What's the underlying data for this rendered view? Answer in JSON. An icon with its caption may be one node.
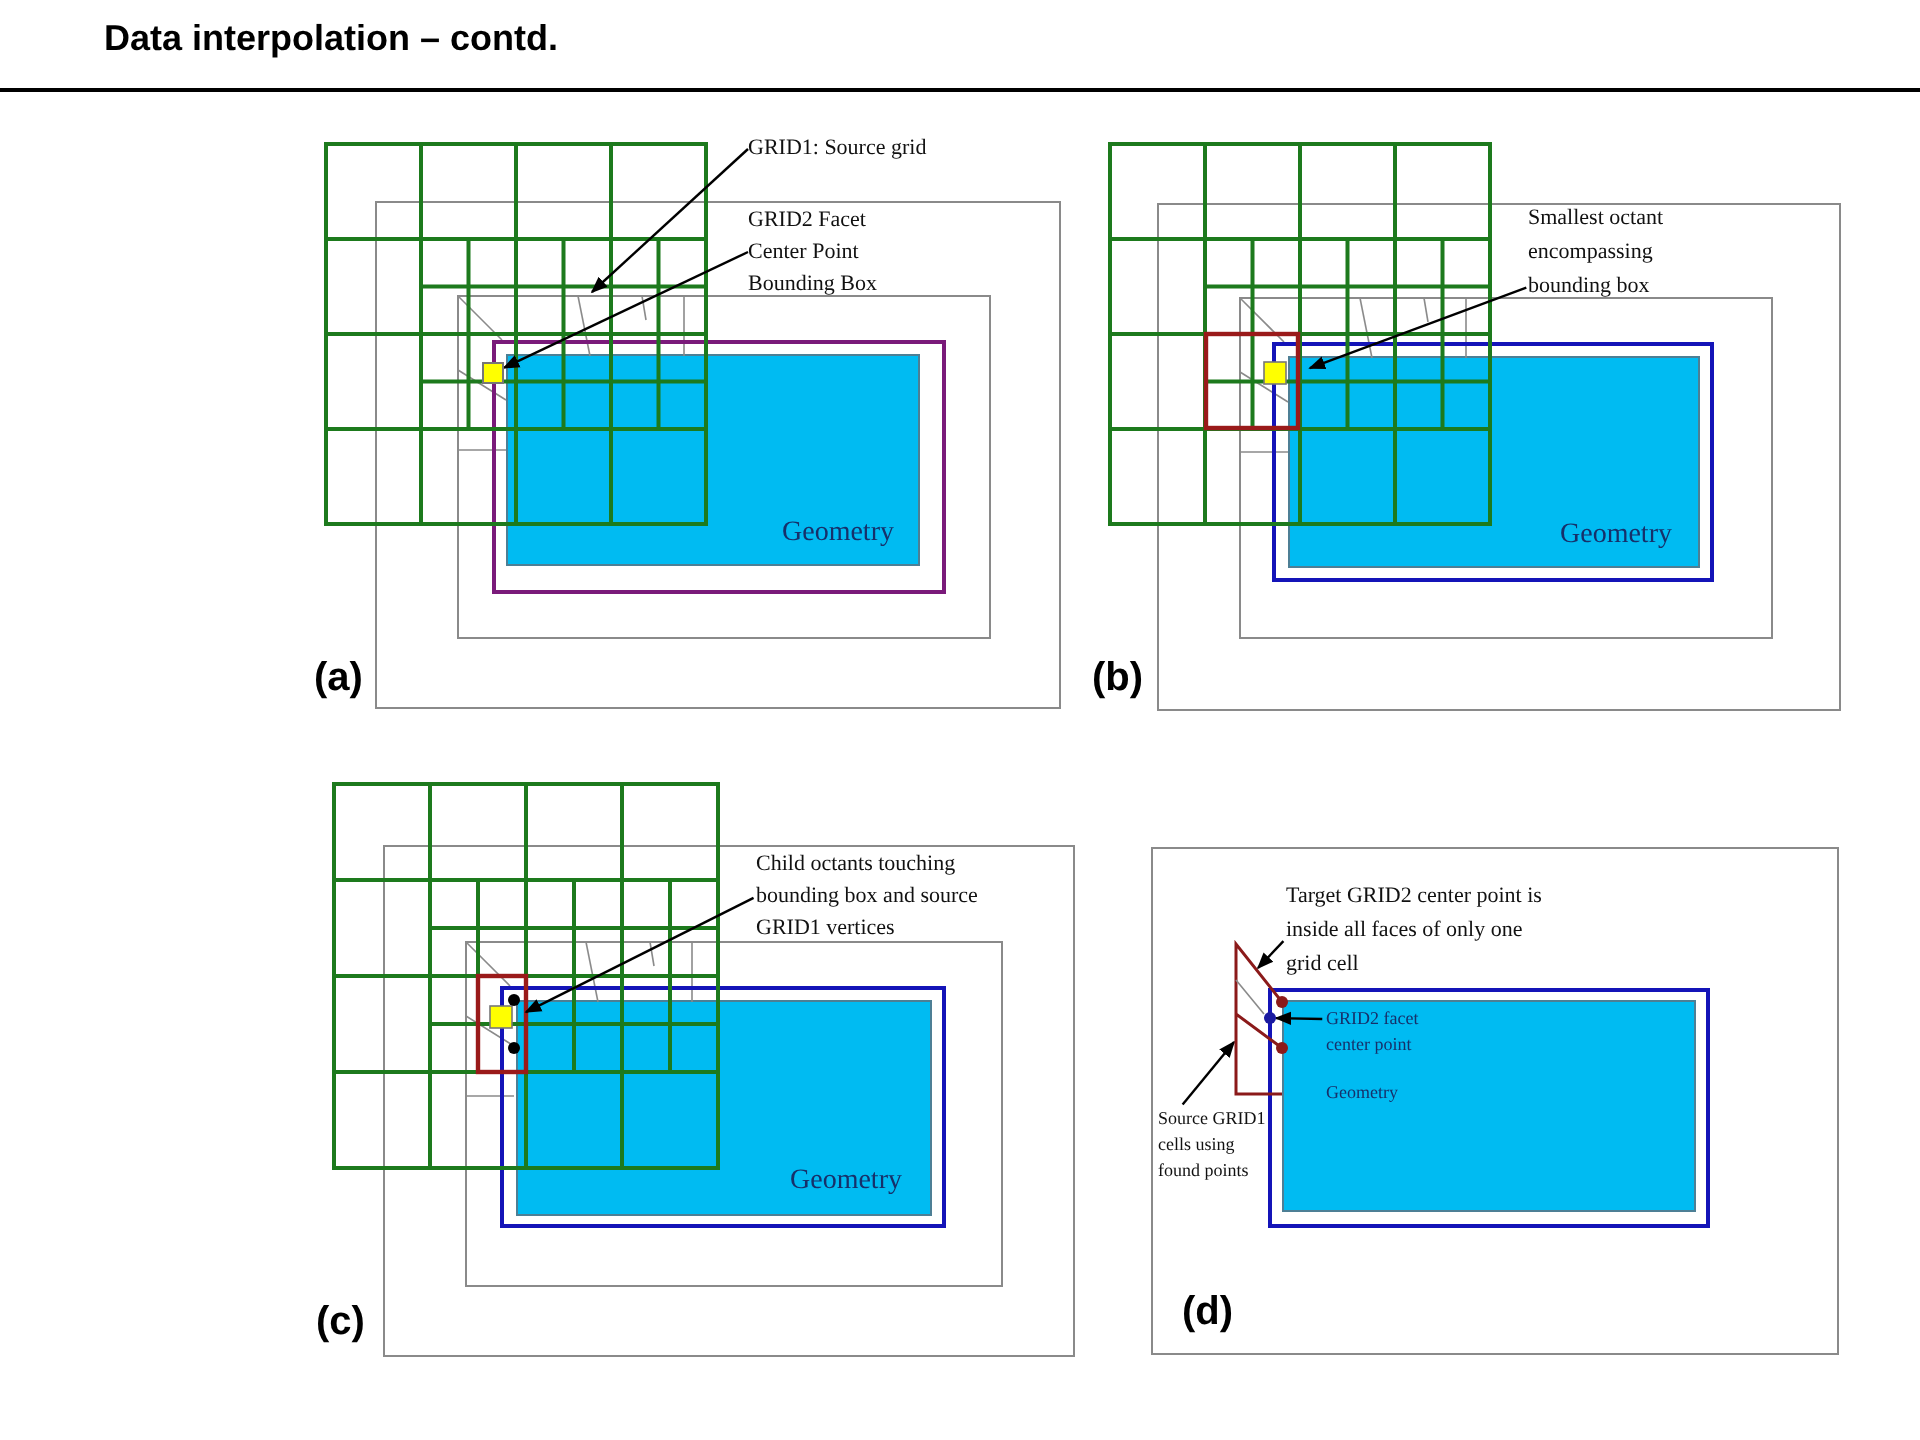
{
  "diagram": {
    "title": "Data interpolation – contd.",
    "nodes": [
      {
        "text": [
          "GRID1: Source grid"
        ]
      },
      {
        "text": [
          "GRID2 Facet Center Point Bounding Box"
        ]
      },
      {
        "text": [
          "Geometry"
        ]
      },
      {
        "text": [],
        "shape": "box"
      },
      {
        "text": [
          "Smallest octant encompassing bounding box"
        ]
      },
      {
        "text": [
          "Geometry"
        ]
      },
      {
        "text": [
          "Child octants touching bounding box and source GRID1 vertices"
        ]
      },
      {
        "text": [
          "Geometry"
        ]
      },
      {
        "text": [
          "Target GRID2 center point is inside all faces of only one grid cell"
        ]
      },
      {
        "text": [],
        "shape": "box"
      },
      {
        "text": [
          "Geometry"
        ]
      },
      {
        "text": [
          "GRID2 facet center point"
        ],
        "in": 10
      },
      {
        "text": [],
        "shape": "circle",
        "in": 9
      },
      {
        "text": [
          "Source GRID1 cells using found points"
        ]
      }
    ],
    "edges": [
      {
        "from": 0,
        "to": null,
        "arrow": "to"
      },
      {
        "from": 1,
        "to": 3,
        "arrow": "to"
      },
      {
        "from": 4,
        "to": 5,
        "arrow": "to"
      },
      {
        "from": 6,
        "to": 7,
        "arrow": "to"
      },
      {
        "from": 8,
        "to": 9,
        "arrow": "to"
      },
      {
        "from": 11,
        "to": 12,
        "arrow": "to"
      },
      {
        "from": 13,
        "to": 9,
        "arrow": "to"
      }
    ],
    "labels": [
      "(a)",
      "(b)",
      "(c)",
      "(d)"
    ]
  }
}
